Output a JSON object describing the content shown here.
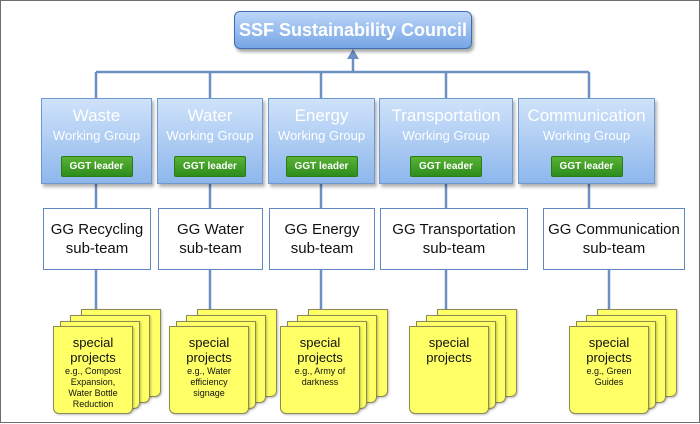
{
  "council": {
    "title": "SSF Sustainability Council"
  },
  "groups": [
    {
      "name": "Waste",
      "sub": "Working Group",
      "leader": "GGT leader",
      "team_line1": "GG Recycling",
      "team_line2": "sub-team",
      "proj_title1": "special",
      "proj_title2": "projects",
      "proj_ex": [
        "e.g., Compost",
        "Expansion,",
        "Water Bottle",
        "Reduction"
      ]
    },
    {
      "name": "Water",
      "sub": "Working Group",
      "leader": "GGT leader",
      "team_line1": "GG Water",
      "team_line2": "sub-team",
      "proj_title1": "special",
      "proj_title2": "projects",
      "proj_ex": [
        "e.g., Water",
        "efficiency",
        "signage"
      ]
    },
    {
      "name": "Energy",
      "sub": "Working Group",
      "leader": "GGT leader",
      "team_line1": "GG Energy",
      "team_line2": "sub-team",
      "proj_title1": "special",
      "proj_title2": "projects",
      "proj_ex": [
        "e.g., Army of",
        "darkness"
      ]
    },
    {
      "name": "Transportation",
      "sub": "Working Group",
      "leader": "GGT leader",
      "team_line1": "GG Transportation",
      "team_line2": "sub-team",
      "proj_title1": "special",
      "proj_title2": "projects",
      "proj_ex": []
    },
    {
      "name": "Communication",
      "sub": "Working Group",
      "leader": "GGT leader",
      "team_line1": "GG Communication",
      "team_line2": "sub-team",
      "proj_title1": "special",
      "proj_title2": "projects",
      "proj_ex": [
        "e.g., Green",
        "Guides"
      ]
    }
  ],
  "colors": {
    "connector": "#6c90c4",
    "working_group": "#8db7ec",
    "leader": "#3f9e27",
    "project": "#ffff66"
  }
}
